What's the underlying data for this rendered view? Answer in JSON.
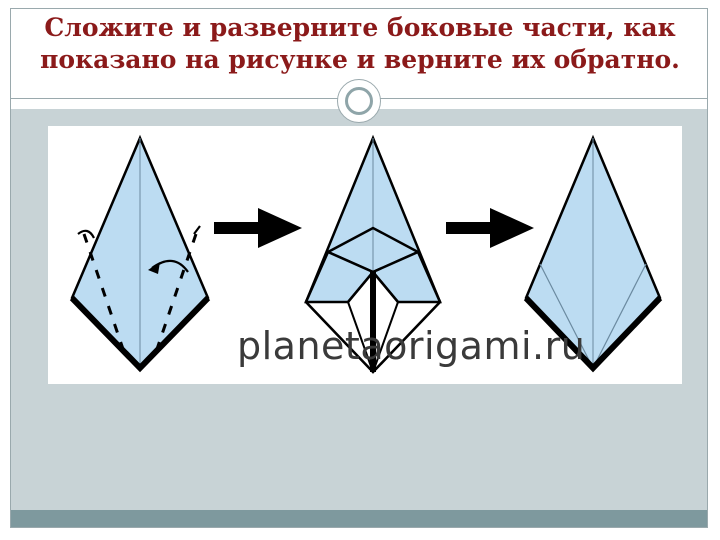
{
  "slide": {
    "title_line1": "Сложите и разверните боковые части, как",
    "title_line2": "показано на рисунке и верните их обратно.",
    "watermark": "planetaorigami.ru"
  },
  "colors": {
    "title": "#8b1a1a",
    "paper": "#bcdcf2",
    "band": "#c8d3d6",
    "strip": "#7e999e"
  },
  "icons": {
    "step_arrow": "right-arrow-icon",
    "fold_arrow": "curved-arrow-icon"
  }
}
